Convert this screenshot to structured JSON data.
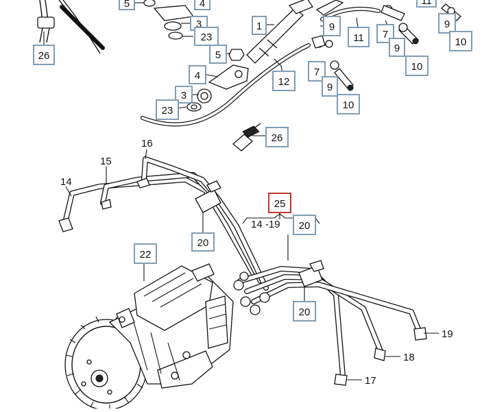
{
  "callouts": {
    "c26a": "26",
    "c5a": "5",
    "c4a": "4",
    "c3a": "3",
    "c23a": "23",
    "c1": "1",
    "c9a": "9",
    "c11a": "11",
    "c7a": "7",
    "c9b": "9",
    "c10a": "10",
    "c11b": "11",
    "c9c": "9",
    "c10b": "10",
    "c5b": "5",
    "c4b": "4",
    "c12": "12",
    "c3b": "3",
    "c23b": "23",
    "c7b": "7",
    "c9d": "9",
    "c10c": "10",
    "c26b": "26",
    "c25": "25",
    "c20a": "20",
    "c20b": "20",
    "c20c": "20",
    "c22": "22"
  },
  "labels": {
    "l16": "16",
    "l15": "15",
    "l14": "14",
    "range": "14 -19",
    "l19": "19",
    "l18": "18",
    "l17": "17"
  },
  "colors": {
    "callout_border": "#7f9db5",
    "selected_border": "#c0392b"
  }
}
